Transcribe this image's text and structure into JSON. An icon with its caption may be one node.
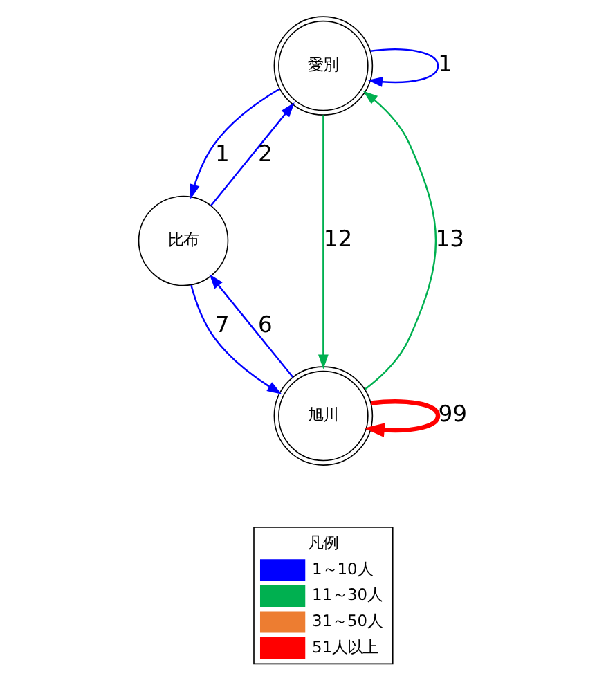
{
  "diagram": {
    "nodes": [
      {
        "text": [
          "愛別"
        ]
      },
      {
        "text": [
          "比布"
        ]
      },
      {
        "text": [
          "旭川"
        ]
      }
    ],
    "edges": [
      {
        "from": 0,
        "to": 0,
        "arrow": "to",
        "label": "1"
      },
      {
        "from": 1,
        "to": 0,
        "arrow": "to",
        "label": "2"
      },
      {
        "from": 0,
        "to": 1,
        "arrow": "to",
        "label": "1"
      },
      {
        "from": 2,
        "to": 1,
        "arrow": "to",
        "label": "6"
      },
      {
        "from": 1,
        "to": 2,
        "arrow": "to",
        "label": "7"
      },
      {
        "from": 2,
        "to": 0,
        "arrow": "to",
        "label": "13",
        "color": "#00b050"
      },
      {
        "from": 0,
        "to": 2,
        "arrow": "to",
        "label": "12",
        "color": "#00b050"
      },
      {
        "from": 2,
        "to": 2,
        "arrow": "to",
        "label": "99",
        "style": "thick",
        "color": "#ff0000"
      }
    ],
    "labels": [
      "凡例"
    ],
    "legend": [
      {
        "text": "1～10人",
        "color": "#0000ff"
      },
      {
        "text": "11～30人",
        "color": "#00b050"
      },
      {
        "text": "31～50人",
        "color": "#ed7d31"
      },
      {
        "text": "51人以上",
        "color": "#ff0000"
      }
    ]
  }
}
